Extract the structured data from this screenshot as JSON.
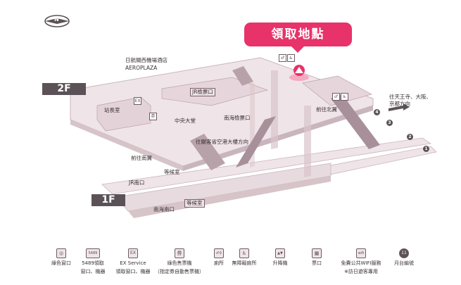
{
  "pickup_title": "領取地點",
  "floors": {
    "upper": "2F",
    "lower": "1F"
  },
  "north_symbol": "N",
  "labels": {
    "hotel_line1": "日航關西機場酒店",
    "hotel_line2": "AEROPLAZA",
    "jr_ticket_gate": "JR檢票口",
    "station_master": "站長室",
    "central_hall": "中央大堂",
    "nankai_gate": "南海檢票口",
    "to_terminal": "往關客省空港大樓方向",
    "to_south": "前往南翼",
    "to_north": "前往北翼",
    "waiting_room_upper": "等候室",
    "jr_south_exit": "JR南口",
    "waiting_room_lower": "等候室",
    "nankai_south_exit": "南海南口",
    "direction_line1": "往天王寺、大阪、",
    "direction_line2": "京都方向",
    "small_ex": "EX",
    "small_ticket": "券"
  },
  "platform_numbers": [
    "4",
    "3",
    "2",
    "1"
  ],
  "legend": [
    {
      "icon": "green-window-icon",
      "glyph": "◎",
      "text_line1": "綠色窗口",
      "text_line2": ""
    },
    {
      "icon": "jr-5489-icon",
      "glyph": "5489",
      "text_line1": "5489領取",
      "text_line2": "窗口、機器"
    },
    {
      "icon": "ex-service-icon",
      "glyph": "EX",
      "text_line1": "EX Service",
      "text_line2": "領取窗口、機器"
    },
    {
      "icon": "green-ticket-machine-icon",
      "glyph": "券",
      "text_line1": "綠色售票機",
      "text_line2": "（指定券自動售票機）"
    },
    {
      "icon": "restroom-icon",
      "glyph": "♂♀",
      "text_line1": "廁所",
      "text_line2": ""
    },
    {
      "icon": "accessible-restroom-icon",
      "glyph": "♿",
      "text_line1": "無障礙廁所",
      "text_line2": ""
    },
    {
      "icon": "elevator-icon",
      "glyph": "▲▼",
      "text_line1": "升降機",
      "text_line2": ""
    },
    {
      "icon": "exit-icon",
      "glyph": "▦",
      "text_line1": "票口",
      "text_line2": ""
    },
    {
      "icon": "wifi-icon",
      "glyph": "wifi",
      "text_line1": "免費公共WIFI服務",
      "text_line2": "※訪日遊客專用"
    },
    {
      "icon": "platform-number-icon",
      "glyph": "11",
      "text_line1": "月台編號",
      "text_line2": ""
    }
  ],
  "colors": {
    "accent": "#e8326a",
    "floor_surface": "#efe4e7",
    "floor_edge": "#c9b6bc",
    "dark": "#5b5257",
    "beam": "#d9c4ca"
  }
}
